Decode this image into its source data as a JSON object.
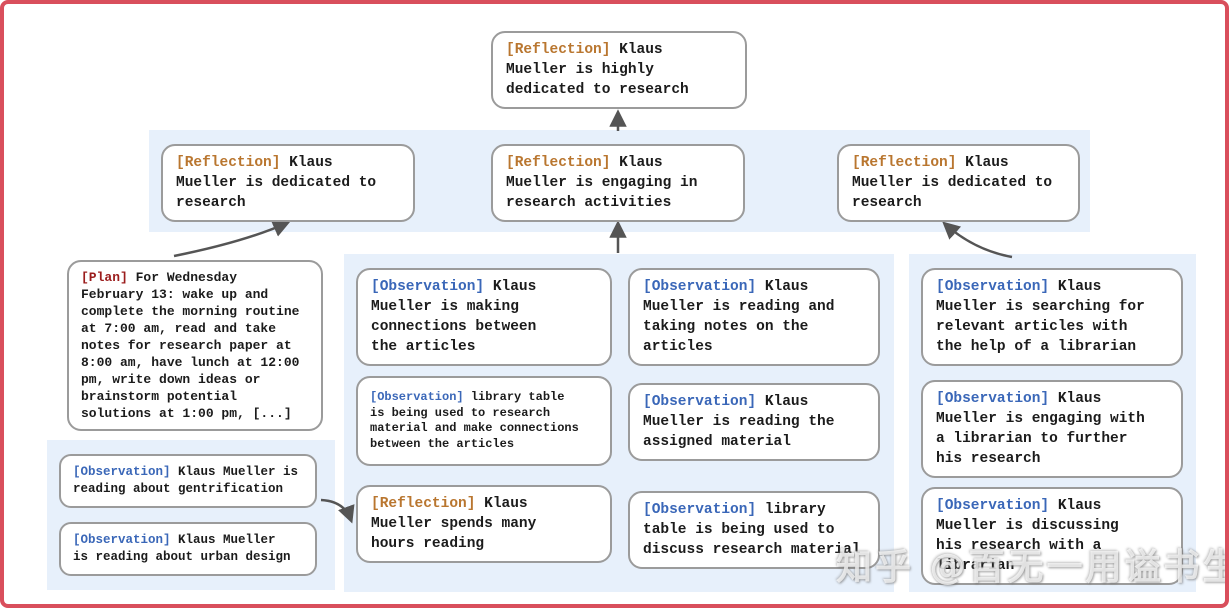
{
  "nodes": {
    "root": {
      "tag": "[Reflection]",
      "text": " Klaus\nMueller is highly\ndedicated to research"
    },
    "refl_left": {
      "tag": "[Reflection]",
      "text": " Klaus\nMueller is dedicated to\nresearch"
    },
    "refl_mid": {
      "tag": "[Reflection]",
      "text": " Klaus\nMueller is engaging in\nresearch activities"
    },
    "refl_right": {
      "tag": "[Reflection]",
      "text": " Klaus\nMueller is dedicated to\nresearch"
    },
    "plan": {
      "tag": "[Plan]",
      "text": " For Wednesday\nFebruary 13: wake up and\ncomplete the morning routine\nat 7:00 am, read and take\nnotes for research paper at\n8:00 am, have lunch at 12:00\npm, write down ideas or\nbrainstorm potential\nsolutions at 1:00 pm, [...]"
    },
    "obs_gentrification": {
      "tag": "[Observation]",
      "text": " Klaus Mueller is\nreading about gentrification"
    },
    "obs_urban": {
      "tag": "[Observation]",
      "text": " Klaus Mueller\nis reading about urban design"
    },
    "mid_connections": {
      "tag": "[Observation]",
      "text": " Klaus\nMueller is making\nconnections between\nthe articles"
    },
    "mid_library_research": {
      "tag": "[Observation]",
      "text": " library table\nis being used to research\nmaterial and make connections\nbetween the articles"
    },
    "mid_hours": {
      "tag": "[Reflection]",
      "text": " Klaus\nMueller spends many\nhours reading"
    },
    "midr_taking_notes": {
      "tag": "[Observation]",
      "text": " Klaus\nMueller is reading and\ntaking notes on the\narticles"
    },
    "midr_assigned": {
      "tag": "[Observation]",
      "text": " Klaus\nMueller is reading the\nassigned material"
    },
    "midr_library_discuss": {
      "tag": "[Observation]",
      "text": " library\ntable is being used to\ndiscuss research material"
    },
    "right_searching": {
      "tag": "[Observation]",
      "text": " Klaus\nMueller is searching for\nrelevant articles with\nthe help of a librarian"
    },
    "right_engaging": {
      "tag": "[Observation]",
      "text": " Klaus\nMueller is engaging with\na librarian to further\nhis research"
    },
    "right_discussing": {
      "tag": "[Observation]",
      "text": " Klaus\nMueller is discussing\nhis research with a\nlibrarian"
    }
  },
  "watermark": {
    "text": "知乎 @百无一用谥书生"
  },
  "colors": {
    "frame_red": "#d94f5c",
    "panel_blue": "#e7f0fb",
    "box_border": "#9b9b9b",
    "reflection_tag": "#b9762f",
    "observation_tag": "#3a67b8",
    "plan_tag": "#9b1c1c",
    "arrow": "#555555",
    "body_text": "#1b1b1b"
  }
}
